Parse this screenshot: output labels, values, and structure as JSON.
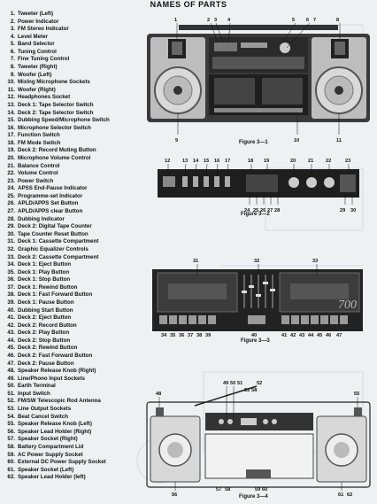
{
  "page": {
    "title": "NAMES OF PARTS"
  },
  "parts": [
    {
      "num": "1.",
      "label": "Tweeter (Left)"
    },
    {
      "num": "2.",
      "label": "Power Indicator"
    },
    {
      "num": "3.",
      "label": "FM Stereo Indicator"
    },
    {
      "num": "4.",
      "label": "Level Meter"
    },
    {
      "num": "5.",
      "label": "Band Selector"
    },
    {
      "num": "6.",
      "label": "Tuning Control"
    },
    {
      "num": "7.",
      "label": "Fine Tuning Control"
    },
    {
      "num": "8.",
      "label": "Tweeter (Right)"
    },
    {
      "num": "9.",
      "label": "Woofer (Left)"
    },
    {
      "num": "10.",
      "label": "Mixing Microphone Sockets"
    },
    {
      "num": "11.",
      "label": "Woofer (Right)"
    },
    {
      "num": "12.",
      "label": "Headphones Socket"
    },
    {
      "num": "13.",
      "label": "Deck 1: Tape Selector Switch"
    },
    {
      "num": "14.",
      "label": "Deck 2: Tape Selector Switch"
    },
    {
      "num": "15.",
      "label": "Dubbing Speed/Microphone Switch"
    },
    {
      "num": "16.",
      "label": "Microphone Selector Switch"
    },
    {
      "num": "17.",
      "label": "Function Switch"
    },
    {
      "num": "18.",
      "label": "FM Mode Switch"
    },
    {
      "num": "19.",
      "label": "Deck 2: Record Muting Button"
    },
    {
      "num": "20.",
      "label": "Microphone Volume Control"
    },
    {
      "num": "21.",
      "label": "Balance Control"
    },
    {
      "num": "22.",
      "label": "Volume Control"
    },
    {
      "num": "23.",
      "label": "Power Switch"
    },
    {
      "num": "24.",
      "label": "APSS End-Pause Indicator"
    },
    {
      "num": "25.",
      "label": "Programme-set Indicator"
    },
    {
      "num": "26.",
      "label": "APLD/APPS Set Button"
    },
    {
      "num": "27.",
      "label": "APLD/APPS clear Button"
    },
    {
      "num": "28.",
      "label": "Dubbing Indicator"
    },
    {
      "num": "29.",
      "label": "Deck 2: Digital Tape Counter"
    },
    {
      "num": "30.",
      "label": "Tape Counter Reset Button"
    },
    {
      "num": "31.",
      "label": "Deck 1: Cassette Compartment"
    },
    {
      "num": "32.",
      "label": "Graphic Equalizer Controls"
    },
    {
      "num": "33.",
      "label": "Deck 2: Cassette Compartment"
    },
    {
      "num": "34.",
      "label": "Deck 1: Eject Button"
    },
    {
      "num": "35.",
      "label": "Deck 1: Play Button"
    },
    {
      "num": "36.",
      "label": "Deck 1: Stop Button"
    },
    {
      "num": "37.",
      "label": "Deck 1: Rewind Button"
    },
    {
      "num": "38.",
      "label": "Deck 1: Fast Forward Button"
    },
    {
      "num": "39.",
      "label": "Deck 1: Pause Button"
    },
    {
      "num": "40.",
      "label": "Dubbing Start Button"
    },
    {
      "num": "41.",
      "label": "Deck 2: Eject Button"
    },
    {
      "num": "42.",
      "label": "Deck 2: Record Button"
    },
    {
      "num": "43.",
      "label": "Deck 2: Play Button"
    },
    {
      "num": "44.",
      "label": "Deck 2: Stop Button"
    },
    {
      "num": "45.",
      "label": "Deck 2: Rewind Button"
    },
    {
      "num": "46.",
      "label": "Deck 2: Fast Forward Button"
    },
    {
      "num": "47.",
      "label": "Deck 2: Pause Button"
    },
    {
      "num": "48.",
      "label": "Speaker Release Knob (Right)"
    },
    {
      "num": "49.",
      "label": "Line/Phono Input Sockets"
    },
    {
      "num": "50.",
      "label": "Earth Terminal"
    },
    {
      "num": "51.",
      "label": "Input Switch"
    },
    {
      "num": "52.",
      "label": "FM/SW Telescopic Rod Antenna"
    },
    {
      "num": "53.",
      "label": "Line Output Sockets"
    },
    {
      "num": "54.",
      "label": "Beat Cancel Switch"
    },
    {
      "num": "55.",
      "label": "Speaker Release Knob (Left)"
    },
    {
      "num": "56.",
      "label": "Speaker Lead Holder (Right)"
    },
    {
      "num": "57.",
      "label": "Speaker Socket (Right)"
    },
    {
      "num": "58.",
      "label": "Battery Compartment Lid"
    },
    {
      "num": "59.",
      "label": "AC Power Supply Socket"
    },
    {
      "num": "60.",
      "label": "External DC Power Supply Socket"
    },
    {
      "num": "61.",
      "label": "Speaker Socket (Left)"
    },
    {
      "num": "62.",
      "label": "Speaker Lead Holder (left)"
    }
  ],
  "figures": {
    "fig1": {
      "caption": "Figure 3—1",
      "callouts": [
        "1",
        "2",
        "3",
        "4",
        "5",
        "6",
        "7",
        "8",
        "9",
        "10",
        "11"
      ]
    },
    "fig2": {
      "caption": "Figure 3—2",
      "callouts": [
        "12",
        "13",
        "14",
        "15",
        "16",
        "17",
        "18",
        "19",
        "20",
        "21",
        "22",
        "23",
        "24",
        "25",
        "26",
        "27",
        "28",
        "29",
        "30"
      ]
    },
    "fig3": {
      "caption": "Figure 3—3",
      "brand": "700",
      "callouts": [
        "31",
        "32",
        "33",
        "34",
        "35",
        "36",
        "37",
        "38",
        "39",
        "40",
        "41",
        "42",
        "43",
        "44",
        "45",
        "46",
        "47"
      ]
    },
    "fig4": {
      "caption": "Figure 3—4",
      "callouts": [
        "48",
        "49",
        "50",
        "51",
        "52",
        "53",
        "54",
        "55",
        "56",
        "57",
        "58",
        "59",
        "60",
        "61",
        "62"
      ]
    }
  }
}
